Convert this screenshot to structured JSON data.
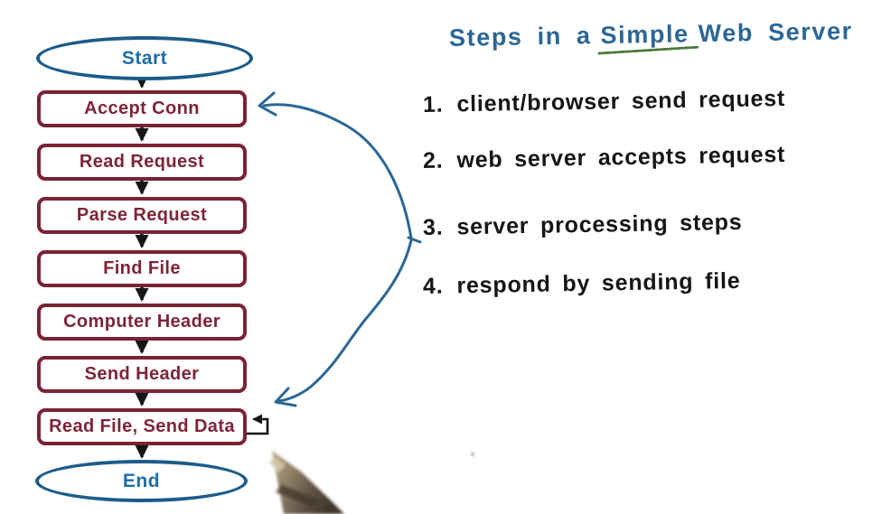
{
  "flowchart": {
    "start_label": "Start",
    "end_label": "End",
    "steps": [
      {
        "label": "Accept Conn"
      },
      {
        "label": "Read Request"
      },
      {
        "label": "Parse Request"
      },
      {
        "label": "Find File"
      },
      {
        "label": "Computer Header"
      },
      {
        "label": "Send Header"
      },
      {
        "label": "Read File, Send Data"
      }
    ]
  },
  "notes": {
    "title_prefix": "Steps in a",
    "title_highlight": "Simple",
    "title_suffix": "Web Server",
    "items": [
      {
        "number": "1.",
        "text": "client/browser send request"
      },
      {
        "number": "2.",
        "text": "web server accepts request"
      },
      {
        "number": "3.",
        "text": "server processing steps"
      },
      {
        "number": "4.",
        "text": "respond by sending file"
      }
    ]
  },
  "colors": {
    "background": "#ffffff",
    "box_border": "#7a2236",
    "box_text": "#7e2438",
    "terminal_border": "#1d5c8a",
    "terminal_text": "#1e6da5",
    "ink_black": "#161616",
    "handwriting_blue": "#2b6795",
    "underline_green": "#4a7a3c"
  }
}
